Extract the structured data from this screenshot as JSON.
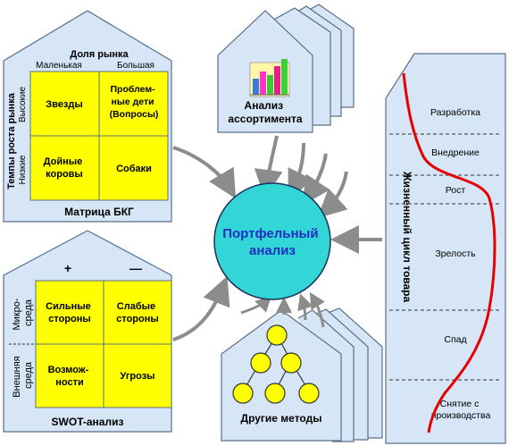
{
  "colors": {
    "panel": "#d6e6f6",
    "panel_stroke": "#5a6f88",
    "cell": "#ffff00",
    "center": "#33d6d6",
    "center_text": "#1f2fbf",
    "curve": "#e60000",
    "arrow": "#8c8c8c"
  },
  "bkg": {
    "title": "Матрица БКГ",
    "market_share": "Доля рынка",
    "share_small": "Маленькая",
    "share_large": "Большая",
    "growth_axis": "Темпы роста рынка",
    "growth_high": "Высокие",
    "growth_low": "Низкие",
    "cells": {
      "stars": "Звезды",
      "problem": [
        "Проблем-",
        "ные дети",
        "(Вопросы)"
      ],
      "cows": [
        "Дойные",
        "коровы"
      ],
      "dogs": "Собаки"
    }
  },
  "assortment": {
    "title": [
      "Анализ",
      "ассортимента"
    ],
    "chart_icon": "bar-chart-icon"
  },
  "center": {
    "title": [
      "Портфельный",
      "анализ"
    ]
  },
  "swot": {
    "title": "SWOT-анализ",
    "plus": "+",
    "minus": "—",
    "micro": [
      "Микро-",
      "среда"
    ],
    "macro": [
      "Внешняя",
      "среда"
    ],
    "cells": {
      "strengths": [
        "Сильные",
        "стороны"
      ],
      "weaknesses": [
        "Слабые",
        "стороны"
      ],
      "opportunities": [
        "Возмож-",
        "ности"
      ],
      "threats": "Угрозы"
    }
  },
  "other": {
    "title": "Другие методы",
    "tree_icon": "tree-diagram-icon"
  },
  "lifecycle": {
    "title": "Жизненный цикл товара",
    "stages": [
      "Разработка",
      "Внедрение",
      "Рост",
      "Зрелость",
      "Спад",
      [
        "Снятие с",
        "производства"
      ]
    ]
  }
}
